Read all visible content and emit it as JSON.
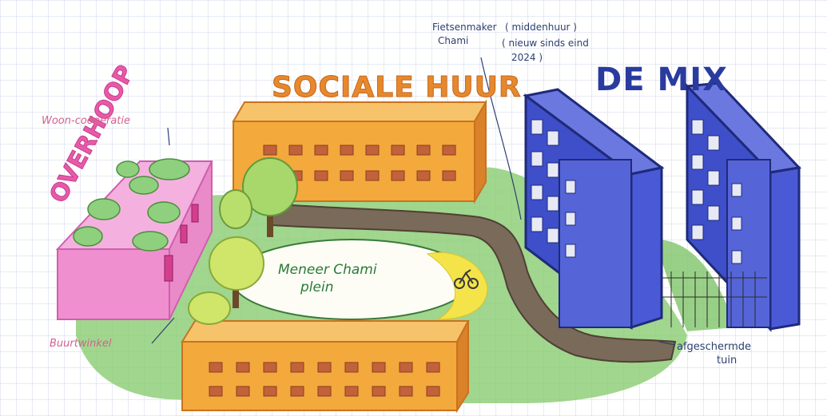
{
  "labels": {
    "sociale_huur": "SOCIALE HUUR",
    "de_mix": "DE MIX",
    "overhoop": "OVERHOOP",
    "woon_cooperatie": "Woon-coöperatie",
    "buurtwinkel": "Buurtwinkel",
    "fietsenmaker_line1": "Fietsenmaker",
    "fietsenmaker_line2": "Chami",
    "middenhuur": "( middenhuur )",
    "nieuw_sinds_eind": "( nieuw sinds eind",
    "jaar": "2024 )",
    "afgeschermde_line1": "afgeschermde",
    "afgeschermde_line2": "tuin",
    "plein_line1": "Meneer Chami",
    "plein_line2": "plein"
  },
  "colors": {
    "paper": "#ffffff",
    "grid": "#cfd7ea",
    "orange_building": "#f3a93c",
    "orange_dark": "#d9822a",
    "window": "#c2623a",
    "blue_building": "#4a5ad6",
    "blue_dark": "#2a3594",
    "pink_building": "#ef8fcf",
    "pink_dark": "#cf5fae",
    "grass": "#8fcf79",
    "path": "#7a6a5a",
    "tree": "#a8d86b",
    "sand": "#f4e44a"
  },
  "icons": [
    "tree-icon",
    "bicycle-icon",
    "bush-icon"
  ]
}
